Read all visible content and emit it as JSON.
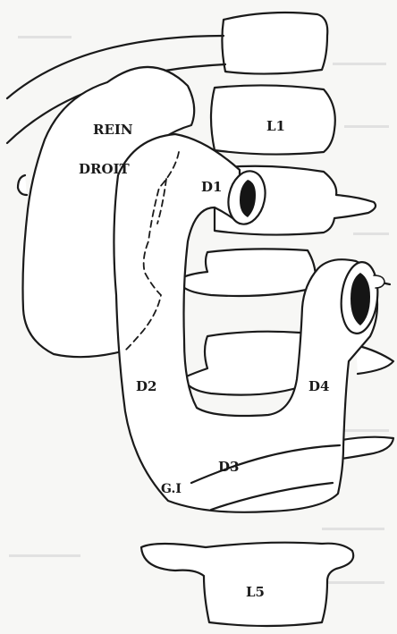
{
  "labels": {
    "kidney_line1": "REIN",
    "kidney_line2": "DROIT",
    "l1": "L1",
    "l5": "L5",
    "d1": "D1",
    "d2": "D2",
    "d3": "D3",
    "d4": "D4",
    "gi": "G.I"
  }
}
